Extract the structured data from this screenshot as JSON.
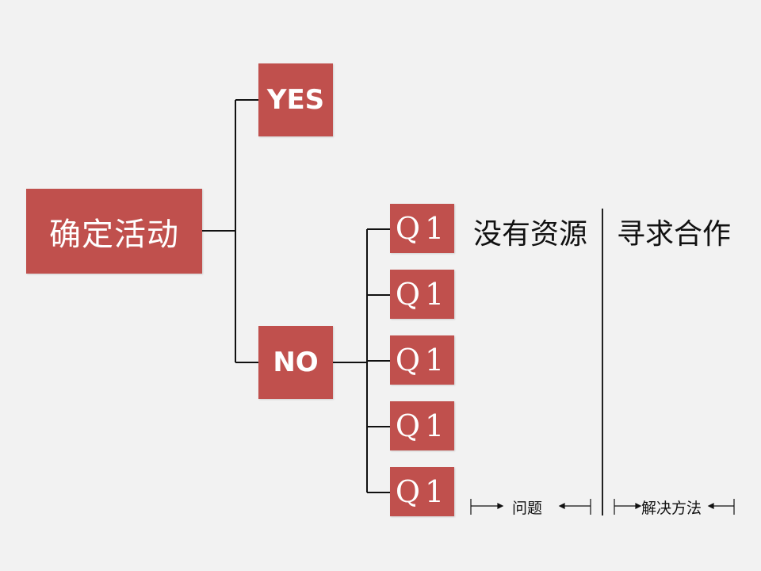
{
  "diagram": {
    "root": {
      "label": "确定活动"
    },
    "branches": {
      "yes": {
        "label": "YES"
      },
      "no": {
        "label": "NO"
      }
    },
    "questions": [
      {
        "label": "Q1"
      },
      {
        "label": "Q1"
      },
      {
        "label": "Q1"
      },
      {
        "label": "Q1"
      },
      {
        "label": "Q1"
      }
    ],
    "columns": {
      "problem": {
        "heading": "没有资源",
        "footer": "问题"
      },
      "method": {
        "heading": "寻求合作",
        "footer": "解决方法"
      }
    },
    "colors": {
      "box_fill": "#c0504d",
      "box_text": "#ffffff",
      "line": "#111111",
      "background": "#f2f2f2"
    }
  }
}
